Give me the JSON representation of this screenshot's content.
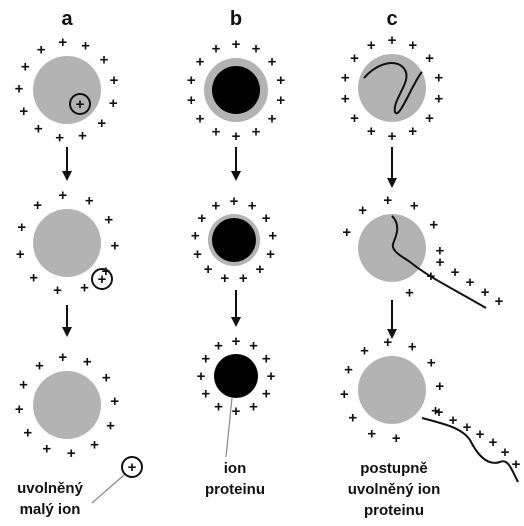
{
  "figure": {
    "column_labels": [
      "a",
      "b",
      "c"
    ],
    "captions": {
      "a": [
        "uvolněný",
        "malý ion"
      ],
      "b": [
        "ion",
        "proteinu"
      ],
      "c": [
        "postupně",
        "uvolněný ion",
        "proteinu"
      ]
    },
    "charge_symbol": "+",
    "colors": {
      "particle_gray": "#b3b3b3",
      "particle_core": "#000000",
      "line": "#111111",
      "background": "#ffffff"
    }
  }
}
